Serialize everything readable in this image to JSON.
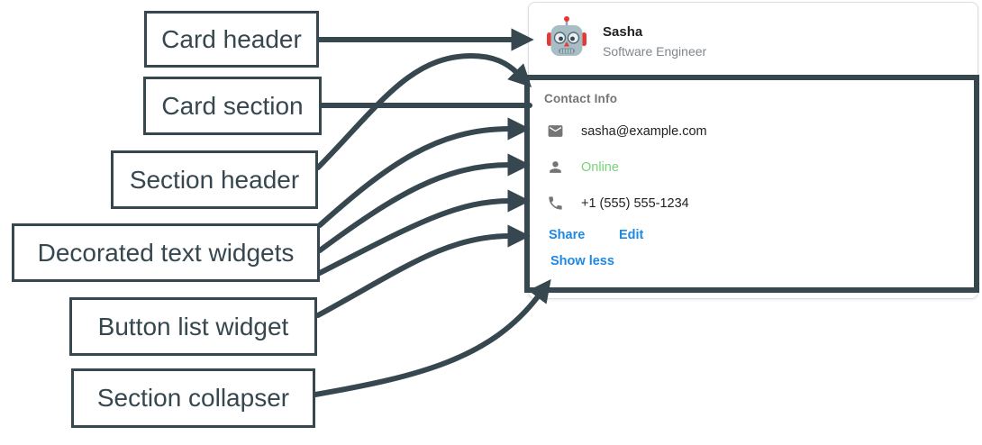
{
  "annotations": {
    "labels": [
      {
        "text": "Card header"
      },
      {
        "text": "Card section"
      },
      {
        "text": "Section header"
      },
      {
        "text": "Decorated text widgets"
      },
      {
        "text": "Button list widget"
      },
      {
        "text": "Section collapser"
      }
    ]
  },
  "card": {
    "header": {
      "avatar": "robot-icon",
      "name": "Sasha",
      "subtitle": "Software Engineer"
    },
    "section": {
      "title": "Contact Info",
      "rows": [
        {
          "icon": "email-icon",
          "text": "sasha@example.com"
        },
        {
          "icon": "person-icon",
          "text": "Online",
          "color": "#76D47A"
        },
        {
          "icon": "phone-icon",
          "text": "+1 (555) 555-1234"
        }
      ],
      "buttons": [
        {
          "label": "Share"
        },
        {
          "label": "Edit"
        }
      ],
      "collapser_label": "Show less"
    }
  },
  "colors": {
    "annotation": "#37474F",
    "link_blue": "#1E88E5",
    "online_green": "#76D47A",
    "icon_gray": "#757575",
    "card_border": "#DADCE0"
  }
}
